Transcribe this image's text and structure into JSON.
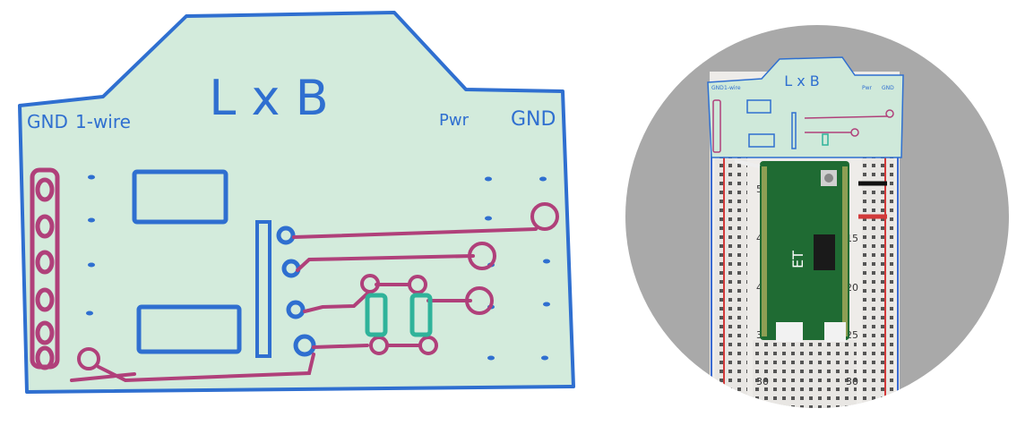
{
  "sketch": {
    "title": "L x B",
    "labels": {
      "gnd_left": "GND",
      "one_wire": "1-wire",
      "power": "Pwr",
      "gnd_right": "GND"
    }
  },
  "photo": {
    "card": {
      "title": "L x B",
      "gnd_left": "GND",
      "one_wire": "1-wire",
      "power": "Pwr",
      "gnd_right": "GND"
    },
    "board_label": "ET",
    "breadboard_numbers": [
      "50",
      "45",
      "40",
      "35",
      "30",
      "15",
      "20",
      "25",
      "30"
    ],
    "colors": {
      "sheet": "#cfe9da",
      "marker_blue": "#2f6fd0",
      "marker_magenta": "#b0407a",
      "marker_teal": "#2fb39a",
      "pcb_green": "#1f6b33",
      "carpet": "#a9a9a9"
    }
  }
}
